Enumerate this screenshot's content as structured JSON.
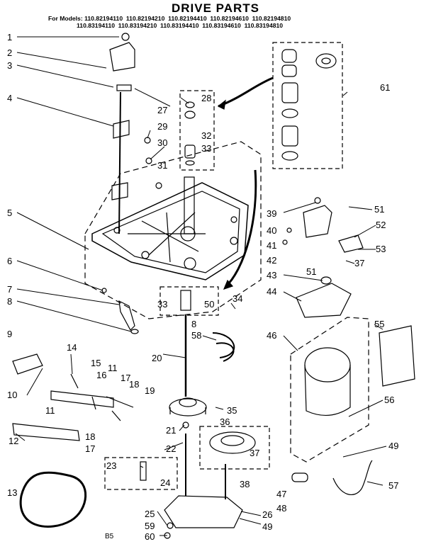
{
  "header": {
    "title": "DRIVE PARTS",
    "models_line1": "For Models: 110.82194110  110.82194210  110.82194410  110.82194610  110.82194810",
    "models_line2": "110.83194110  110.83194210  110.83194410  110.83194610  110.83194810"
  },
  "diagram_code": "B5",
  "labels": {
    "p1": "1",
    "p2": "2",
    "p3": "3",
    "p4": "4",
    "p5": "5",
    "p6": "6",
    "p7": "7",
    "p8": "8",
    "p9": "9",
    "p10": "10",
    "p11a": "11",
    "p11b": "11",
    "p12": "12",
    "p13": "13",
    "p14": "14",
    "p15": "15",
    "p16": "16",
    "p17a": "17",
    "p17b": "17",
    "p18a": "18",
    "p18b": "18",
    "p19": "19",
    "p20": "20",
    "p21": "21",
    "p22": "22",
    "p23": "23",
    "p24": "24",
    "p25": "25",
    "p26": "26",
    "p27": "27",
    "p28": "28",
    "p29": "29",
    "p30": "30",
    "p31": "31",
    "p32": "32",
    "p33a": "33",
    "p33b": "33",
    "p34": "34",
    "p35": "35",
    "p36": "36",
    "p37a": "37",
    "p37b": "37",
    "p38": "38",
    "p39": "39",
    "p40": "40",
    "p41": "41",
    "p42": "42",
    "p43": "43",
    "p44": "44",
    "p46": "46",
    "p47": "47",
    "p48": "48",
    "p49a": "49",
    "p49b": "49",
    "p50": "50",
    "p51a": "51",
    "p51b": "51",
    "p52": "52",
    "p53": "53",
    "p55": "55",
    "p56": "56",
    "p57": "57",
    "p58": "58",
    "p8b": "8",
    "p59": "59",
    "p60": "60",
    "p61": "61"
  }
}
